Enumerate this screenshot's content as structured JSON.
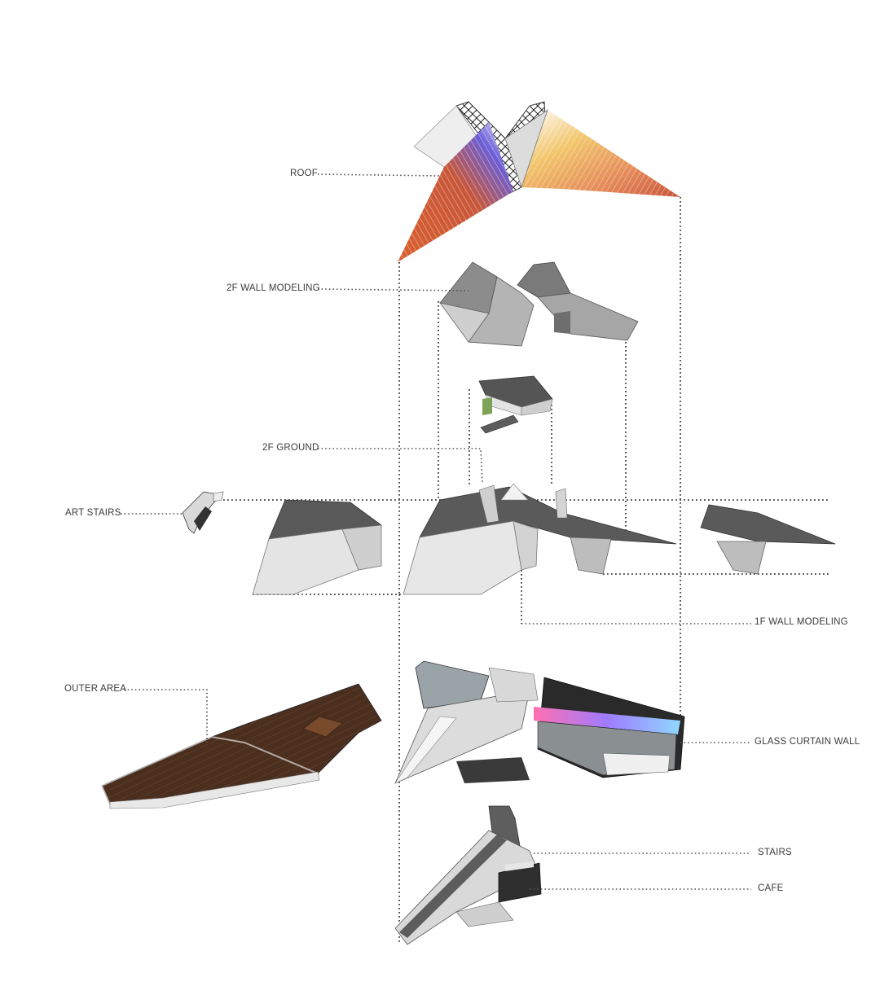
{
  "labels": {
    "roof": "ROOF",
    "wall_2f": "2F WALL MODELING",
    "ground_2f": "2F GROUND",
    "art_stairs": "ART STAIRS",
    "wall_1f": "1F WALL MODELING",
    "outer_area": "OUTER AREA",
    "glass_curtain_wall": "GLASS CURTAIN WALL",
    "stairs": "STAIRS",
    "cafe": "CAFE"
  },
  "colors": {
    "roof_orange": "#d9602e",
    "roof_violet": "#6a5fd8",
    "roof_yellow": "#f2c56b",
    "wall_grey": "#9a9a9a",
    "slab_dark": "#5a5a5a",
    "deck_brown": "#4a2e1e",
    "glass_gradient": [
      "#ff6fb0",
      "#9f7bff",
      "#8fd8ff"
    ]
  }
}
